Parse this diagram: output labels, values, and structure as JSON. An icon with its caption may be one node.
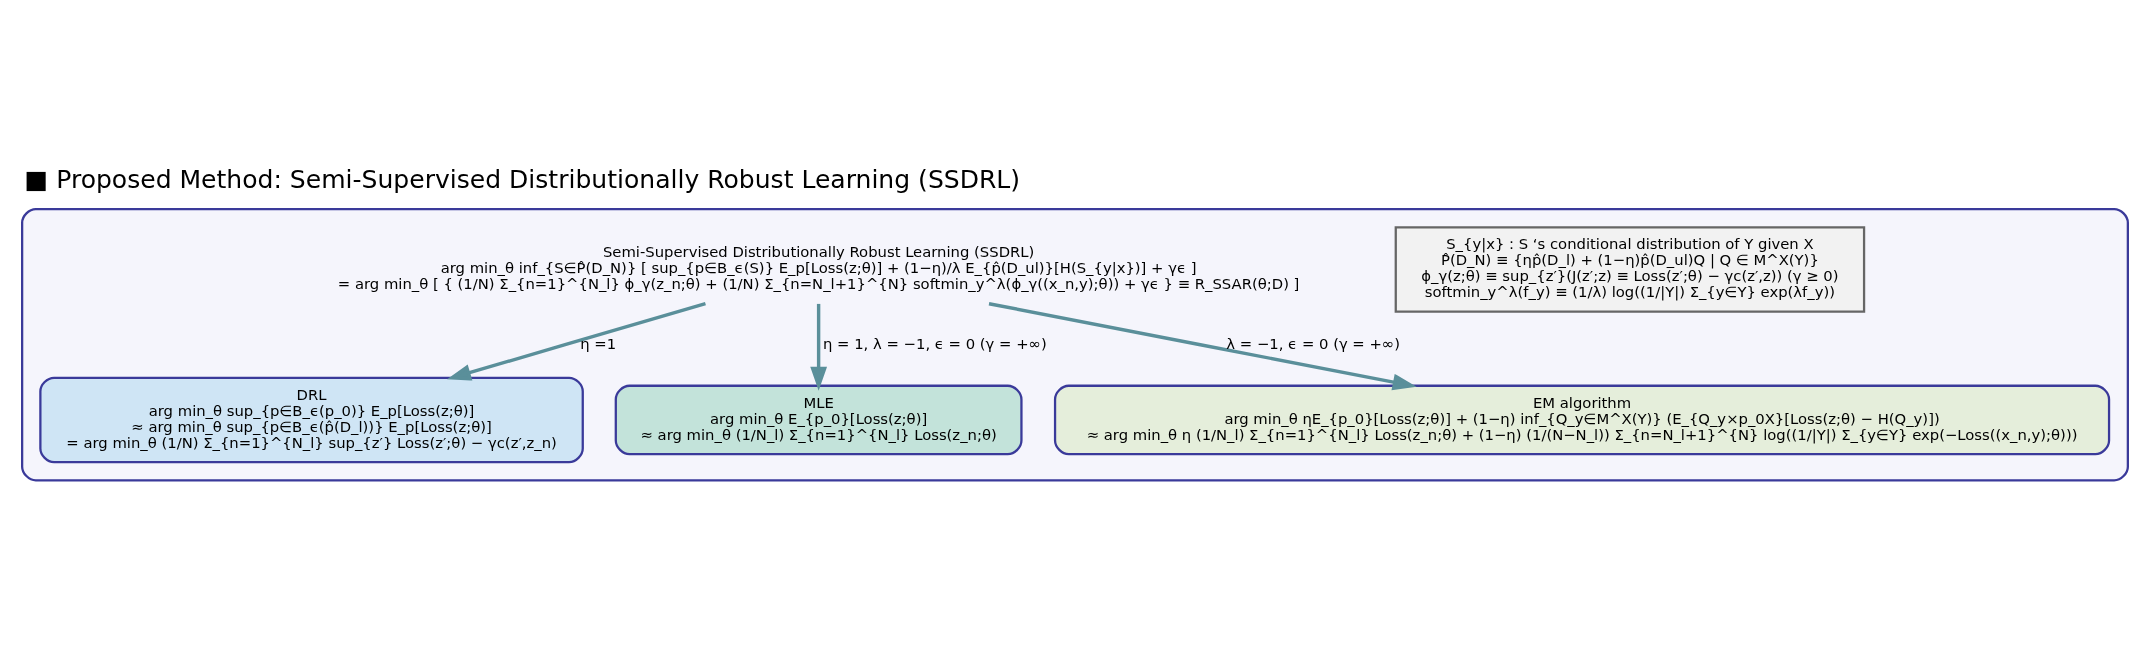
{
  "diagram": {
    "title": "■ Proposed Method: Semi-Supervised Distributionally Robust Learning (SSDRL)",
    "nodes": [
      {
        "text": [],
        "shape": "box"
      },
      {
        "text": [
          "Semi-Supervised Distributionally Robust Learning (SSDRL)",
          "arg min_θ inf_{S∈P̂(D_N)} [ sup_{p∈B_ϵ(S)} E_p[Loss(z;θ)] + (1−η)/λ E_{p̂(D_ul)}[H(S_{y|x})] + γϵ ]",
          "= arg min_θ [ { (1/N) Σ_{n=1}^{N_l} ϕ_γ(z_n;θ) + (1/N) Σ_{n=N_l+1}^{N} softmin_y^λ(ϕ_γ((x_n,y);θ)) + γϵ } ≡ R_SSAR(θ;D) ]"
        ],
        "in": 0
      },
      {
        "text": [
          "S_{y|x} : S ‘s conditional distribution of Y given X",
          "P̂(D_N) ≡ {ηp̂(D_l) + (1−η)p̂(D_ul)Q | Q ∈ M^X(Y)}",
          "ϕ_γ(z;θ) ≡ sup_{z′}(J(z′;z) ≡ Loss(z′;θ) − γc(z′,z)) (γ ≥ 0)",
          "softmin_y^λ(f_y) ≡ (1/λ) log((1/|Y|) Σ_{y∈Y} exp(λf_y))"
        ],
        "in": 0
      },
      {
        "text": [
          "DRL",
          "arg min_θ sup_{p∈B_ϵ(p_0)} E_p[Loss(z;θ)]",
          "≈ arg min_θ sup_{p∈B_ϵ(p̂(D_l))} E_p[Loss(z;θ)]",
          "= arg min_θ (1/N) Σ_{n=1}^{N_l} sup_{z′} Loss(z′;θ) − γc(z′,z_n)"
        ],
        "in": 0
      },
      {
        "text": [
          "MLE",
          "arg min_θ E_{p_0}[Loss(z;θ)]",
          "≈ arg min_θ (1/N_l) Σ_{n=1}^{N_l} Loss(z_n;θ)"
        ],
        "in": 0
      },
      {
        "text": [
          "EM algorithm",
          "arg min_θ ηE_{p_0}[Loss(z;θ)] + (1−η) inf_{Q_y∈M^X(Y)} (E_{Q_y×p_0X}[Loss(z;θ) − H(Q_y)])",
          "≈ arg min_θ η (1/N_l) Σ_{n=1}^{N_l} Loss(z_n;θ) + (1−η) (1/(N−N_l)) Σ_{n=N_l+1}^{N} log((1/|Y|) Σ_{y∈Y} exp(−Loss((x_n,y);θ)))"
        ],
        "in": 0
      }
    ],
    "edges": [
      {
        "from": 1,
        "to": 3,
        "arrow": "to",
        "label": "η =1"
      },
      {
        "from": 1,
        "to": 4,
        "arrow": "to",
        "label": "η = 1, λ = −1, ϵ = 0 (γ = +∞)"
      },
      {
        "from": 1,
        "to": 5,
        "arrow": "to",
        "label": "λ = −1, ϵ = 0 (γ = +∞)"
      }
    ]
  }
}
